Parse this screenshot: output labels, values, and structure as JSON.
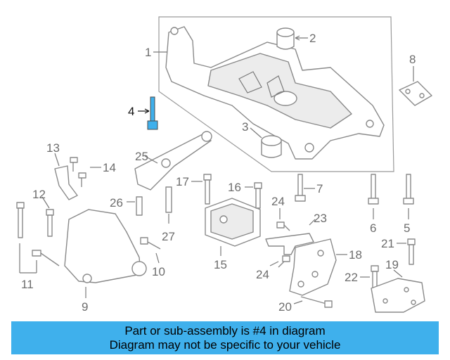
{
  "highlight_callout": "4",
  "callouts": {
    "c1": "1",
    "c2": "2",
    "c3": "3",
    "c4": "4",
    "c5": "5",
    "c6": "6",
    "c7": "7",
    "c8": "8",
    "c9": "9",
    "c10": "10",
    "c11": "11",
    "c12": "12",
    "c13": "13",
    "c14": "14",
    "c15": "15",
    "c16": "16",
    "c17": "17",
    "c18": "18",
    "c19": "19",
    "c20": "20",
    "c21": "21",
    "c22": "22",
    "c23": "23",
    "c24a": "24",
    "c24b": "24",
    "c25": "25",
    "c26": "26",
    "c27": "27"
  },
  "banner": {
    "line1": "Part or sub-assembly is #4 in diagram",
    "line2": "Diagram may not be specific to your vehicle"
  },
  "colors": {
    "banner_bg": "#3fb0ec",
    "line_art": "#8a8a8a",
    "highlight_part": "#3fb0ec"
  }
}
